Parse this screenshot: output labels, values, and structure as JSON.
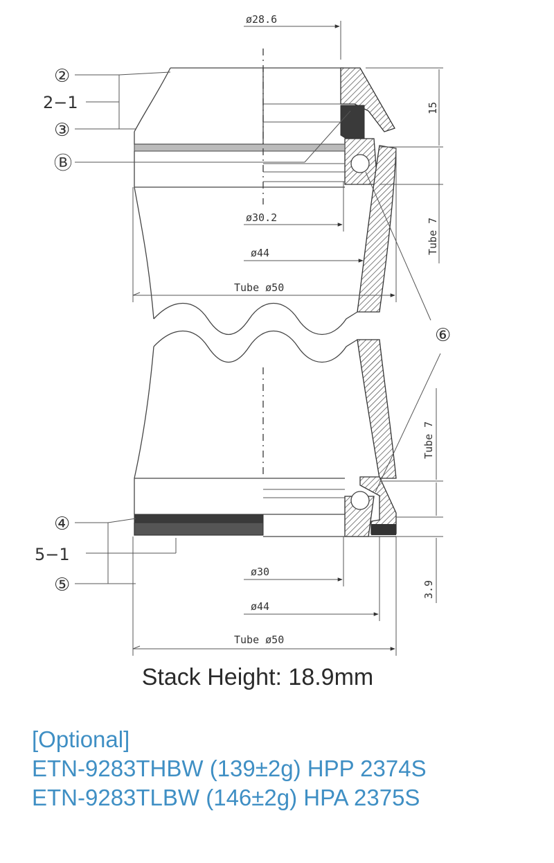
{
  "diagram": {
    "dims": {
      "top_28_6": "ø28.6",
      "top_30_2": "ø30.2",
      "top_44": "ø44",
      "top_tube50": "Tube ø50",
      "top_15": "15",
      "top_tube7": "Tube 7",
      "bot_30": "ø30",
      "bot_44": "ø44",
      "bot_tube50": "Tube ø50",
      "bot_tube7": "Tube 7",
      "bot_3_9": "3.9"
    },
    "callouts": {
      "c2": "②",
      "c2_1": "2−1",
      "c3": "③",
      "cB": "Ⓑ",
      "c6": "⑥",
      "c4": "④",
      "c5_1": "5−1",
      "c5": "⑤"
    }
  },
  "stack_height": "Stack Height: 18.9mm",
  "optional": {
    "heading": "[Optional]",
    "line1": "ETN-9283THBW (139±2g) HPP 2374S",
    "line2": "ETN-9283TLBW (146±2g) HPA 2375S"
  }
}
